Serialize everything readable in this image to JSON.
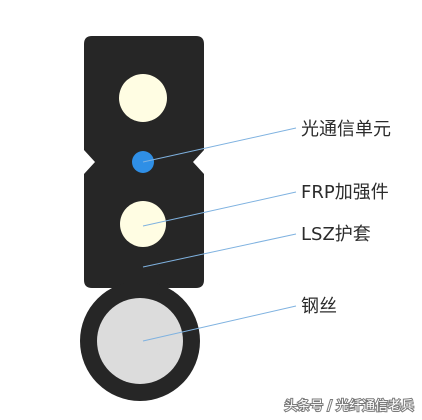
{
  "labels": {
    "optical_unit": "光通信单元",
    "frp": "FRP加强件",
    "lsz_sheath": "LSZ护套",
    "steel_wire": "钢丝"
  },
  "watermark": "头条号 / 光纤通信老兵",
  "colors": {
    "sheath": "#262626",
    "fiber_core": "#fffde3",
    "optical_unit_dot": "#2f8fe6",
    "steel_wire": "#dcdcdc",
    "leader_line": "#7fb2e0",
    "label_text": "#2b2b2b"
  }
}
